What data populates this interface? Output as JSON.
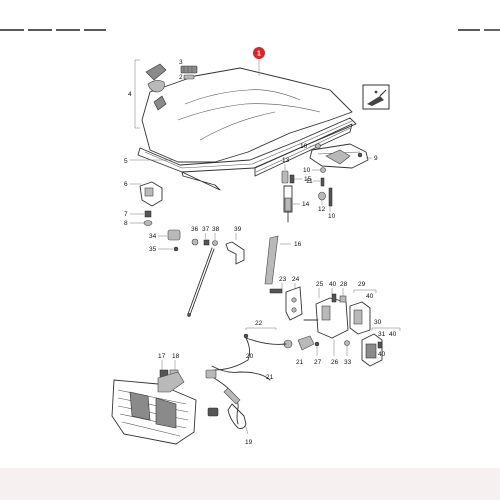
{
  "colors": {
    "background": "#ffffff",
    "line_art": "#333333",
    "highlight_badge": "#d9252a",
    "top_rule": "#222222",
    "bottom_band": "#f7f0f1"
  },
  "callouts": {
    "hood": "1",
    "p2": "2",
    "p3": "3",
    "p4": "4",
    "p5": "5",
    "p6": "6",
    "p7": "7",
    "p8": "8",
    "p9": "9",
    "p10a": "10",
    "p10b": "10",
    "p10c": "10",
    "p11": "11",
    "p12": "12",
    "p13": "13",
    "p14": "14",
    "p15": "15",
    "p16": "16",
    "p17": "17",
    "p18": "18",
    "p19": "19",
    "p20": "20",
    "p21a": "21",
    "p21b": "21",
    "p22": "22",
    "p23": "23",
    "p24": "24",
    "p25": "25",
    "p26": "26",
    "p27": "27",
    "p28": "28",
    "p29": "29",
    "p30": "30",
    "p31": "31",
    "p33": "33",
    "p34": "34",
    "p35": "35",
    "p36": "36",
    "p37": "37",
    "p38": "38",
    "p39": "39",
    "p40a": "40",
    "p40b": "40",
    "p40c": "40",
    "p40d": "40"
  },
  "icons": {
    "lubrication": "oil-can-icon",
    "highlight": "red-circle-badge"
  }
}
